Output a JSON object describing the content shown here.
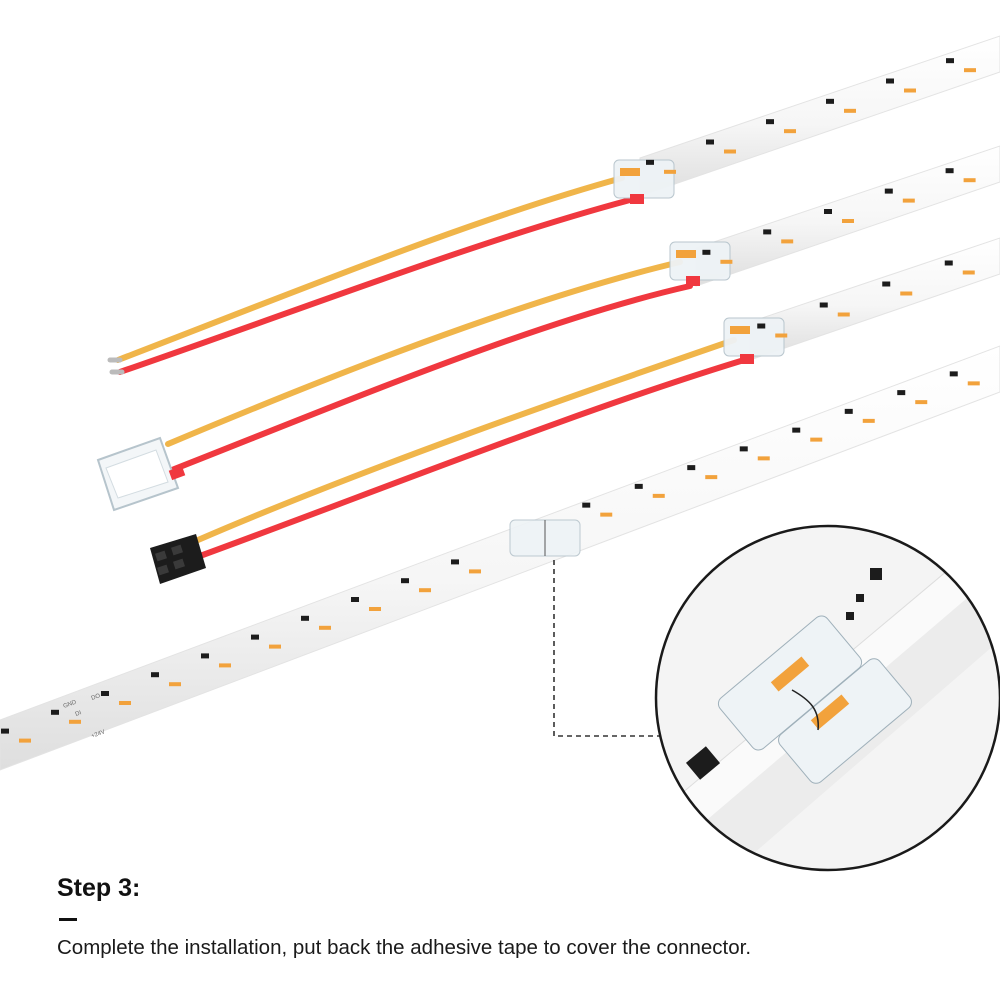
{
  "step": {
    "title": "Step 3:",
    "description": "Complete the installation, put back the adhesive tape to cover the connector."
  },
  "strip_labels": {
    "gnd": "GND",
    "di": "DI",
    "do": "DO",
    "v24": "+24V"
  },
  "colors": {
    "wire_red": "#f0383f",
    "wire_yellow": "#f0b54a",
    "led_amber": "#f2a23c",
    "strip_white": "#f7f7f7",
    "connector_black": "#1c1c1c"
  },
  "icons": {
    "plug": "jst-sm-connector-icon",
    "clip": "strip-clip-connector-icon"
  }
}
